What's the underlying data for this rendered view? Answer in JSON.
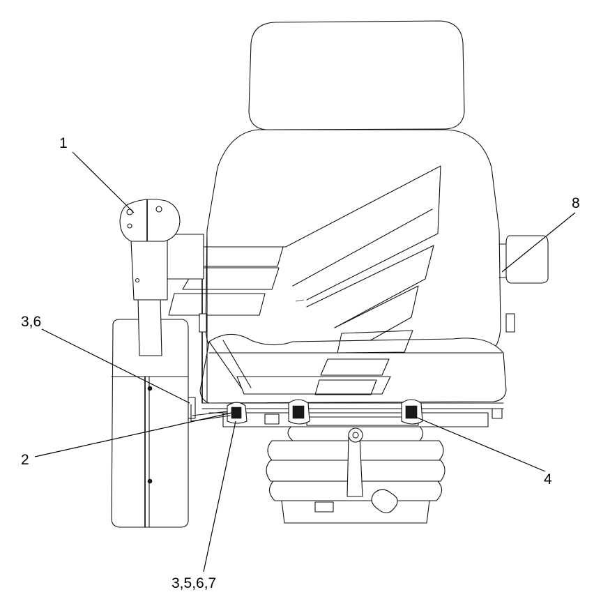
{
  "callouts": [
    {
      "id": "1",
      "label": "1"
    },
    {
      "id": "8",
      "label": "8"
    },
    {
      "id": "3-6",
      "label": "3,6"
    },
    {
      "id": "2",
      "label": "2"
    },
    {
      "id": "4",
      "label": "4"
    },
    {
      "id": "3-5-6-7",
      "label": "3,5,6,7"
    }
  ]
}
